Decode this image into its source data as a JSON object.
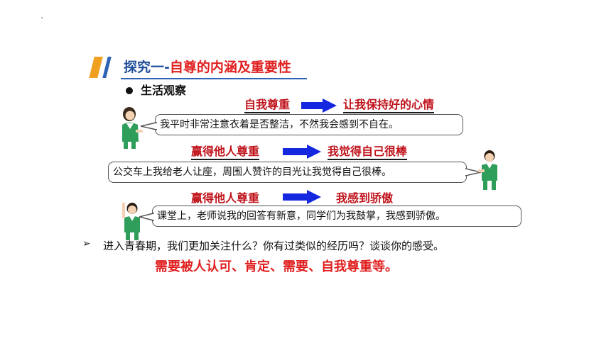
{
  "section": {
    "title_prefix": "探究一-",
    "title_main": "自尊的内涵及重要性",
    "subhead": "生活观察"
  },
  "scenarios": [
    {
      "cause": "自我尊重",
      "effect": "让我保持好的心情",
      "text": "我平时非常注意衣着是否整洁，不然我会感到不自在。"
    },
    {
      "cause": "赢得他人尊重",
      "effect": "我觉得自己很棒",
      "text": "公交车上我给老人让座，周围人赞许的目光让我觉得自己很棒。"
    },
    {
      "cause": "赢得他人尊重",
      "effect": "我感到骄傲",
      "text": "课堂上，老师说我的回答有新意，同学们为我鼓掌，我感到骄傲。"
    }
  ],
  "question": {
    "marker": "➢",
    "text": "进入青春期，我们更加关注什么？你有过类似的经历吗？谈谈你的感受。",
    "answer": "需要被人认可、肯定、需要、自我尊重等。"
  },
  "colors": {
    "red": "#C0141C",
    "blue": "#1F4E9A",
    "orange": "#F0A020",
    "arrow": "#1528E0"
  }
}
